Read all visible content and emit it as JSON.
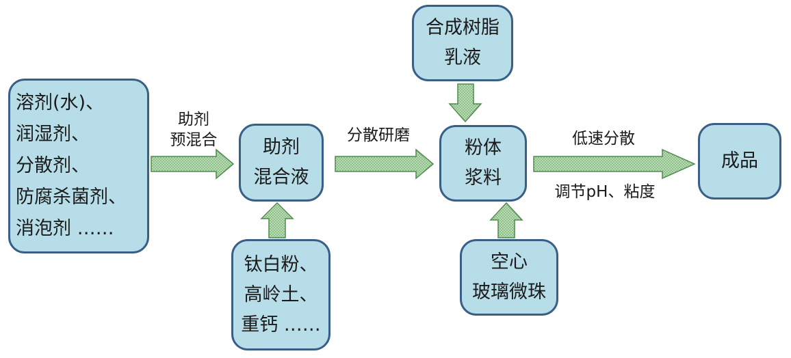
{
  "nodes": {
    "raw_materials": [
      "溶剂(水)、",
      "润湿剂、",
      "分散剂、",
      "防腐杀菌剂、",
      "消泡剂 ……"
    ],
    "additive_mix": [
      "助剂",
      "混合液"
    ],
    "pigments": [
      "钛白粉、",
      "高岭土、",
      "重钙 ……"
    ],
    "resin": [
      "合成树脂",
      "乳液"
    ],
    "slurry": [
      "粉体",
      "浆料"
    ],
    "glass_beads": [
      "空心",
      "玻璃微珠"
    ],
    "product": [
      "成品"
    ]
  },
  "edges": {
    "premix": [
      "助剂",
      "预混合"
    ],
    "grinding": "分散研磨",
    "low_speed": "低速分散",
    "adjust": "调节pH、粘度"
  },
  "colors": {
    "box_fill": "#b7dde8",
    "box_border": "#3a5f87",
    "arrow_fill": "#9bc99a",
    "arrow_stroke": "#4f8a4d"
  }
}
